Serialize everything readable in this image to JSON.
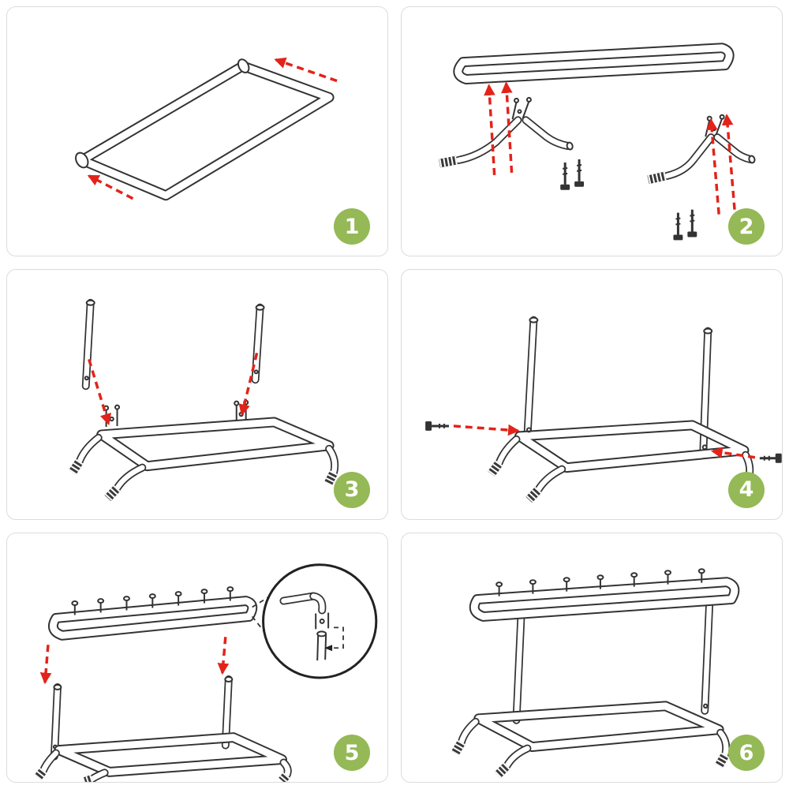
{
  "colors": {
    "badge_green": "#94b956",
    "arrow_red": "#e2231a",
    "line_dark": "#333333",
    "panel_border": "#dcdcdc",
    "background": "#ffffff"
  },
  "steps": [
    {
      "number": "1"
    },
    {
      "number": "2"
    },
    {
      "number": "3"
    },
    {
      "number": "4"
    },
    {
      "number": "5"
    },
    {
      "number": "6"
    }
  ]
}
